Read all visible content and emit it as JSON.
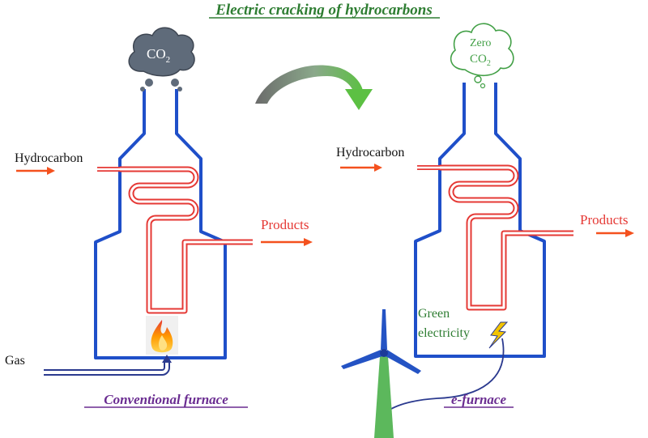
{
  "title": "Electric cracking of hydrocarbons",
  "conventional": {
    "label": "Conventional furnace",
    "hydrocarbon": "Hydrocarbon",
    "products": "Products",
    "gas": "Gas",
    "emission": "CO",
    "emission_sub": "2"
  },
  "efurnace": {
    "label": "e-furnace",
    "hydrocarbon": "Hydrocarbon",
    "products": "Products",
    "emission_line1": "Zero",
    "emission_line2": "CO",
    "emission_sub": "2",
    "power_line1": "Green",
    "power_line2": "electricity"
  },
  "colors": {
    "title": "#2e7d32",
    "furnace_wall": "#1f4fc9",
    "tube": "#e53935",
    "arrow": "#f4511e",
    "caption": "#6a2c91",
    "cloud_dark": "#5f6b7a",
    "cloud_green": "#43a047",
    "gas_pipe": "#2b3a8f",
    "turbine_tower": "#5cb85c",
    "turbine_blade": "#2453c4",
    "bolt": "#f2c300"
  },
  "icons": [
    "co2-cloud-icon",
    "zero-co2-cloud-icon",
    "flame-icon",
    "lightning-bolt-icon",
    "wind-turbine-icon",
    "curved-transition-arrow-icon"
  ]
}
